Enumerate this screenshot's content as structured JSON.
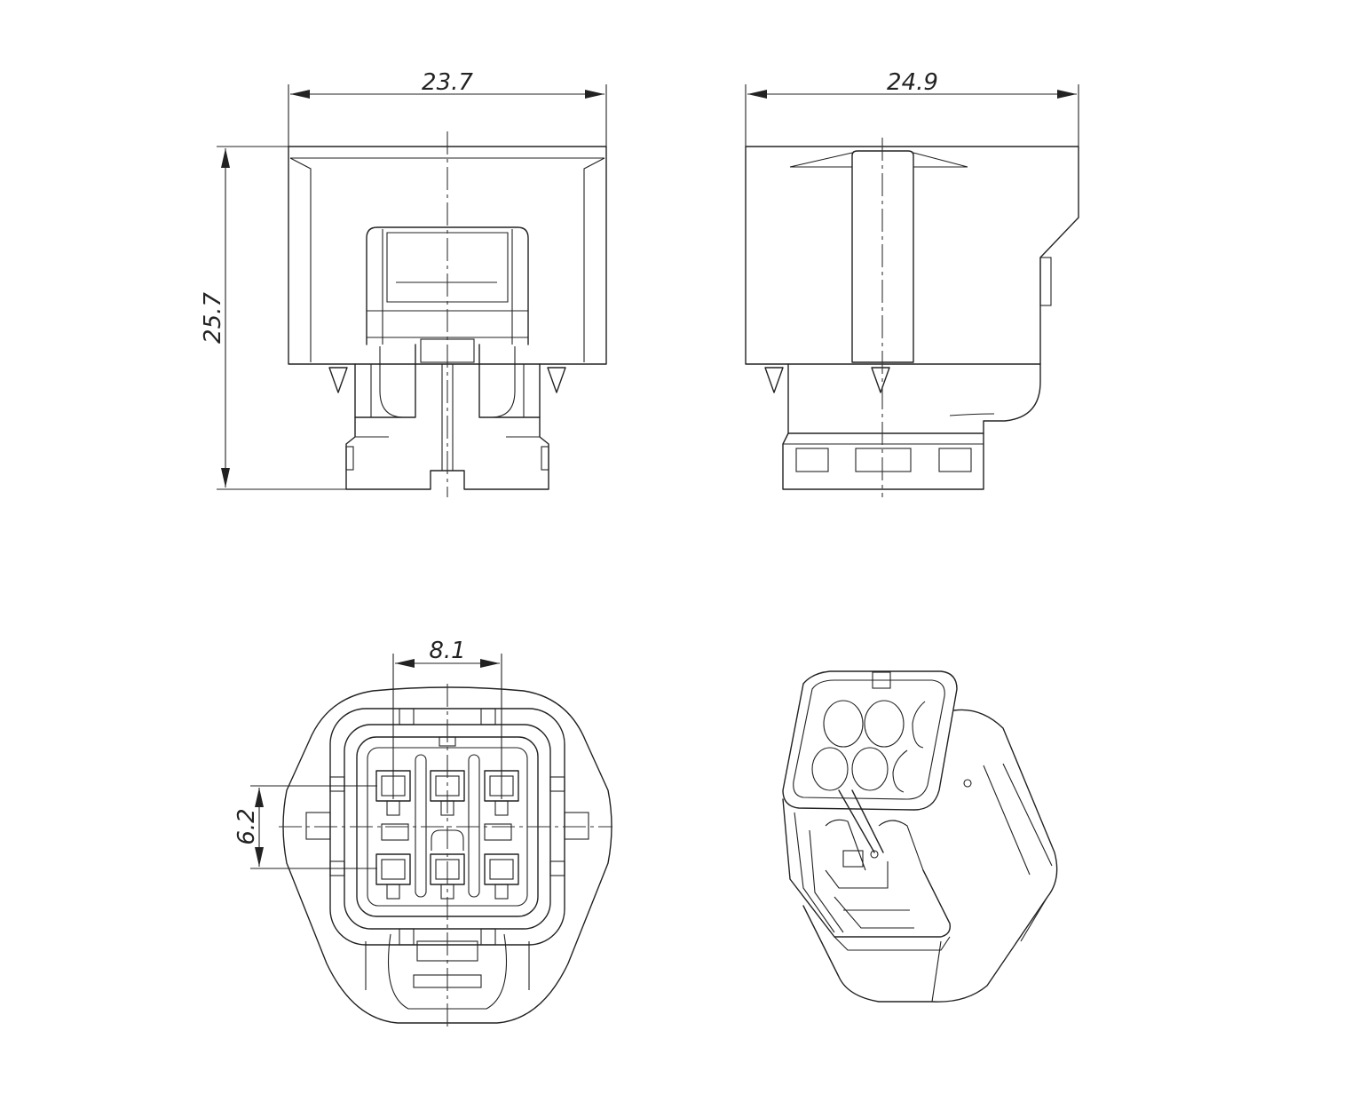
{
  "drawing": {
    "dimensions": {
      "front_width": "23.7",
      "side_width": "24.9",
      "height": "25.7",
      "pitch_horizontal": "8.1",
      "pitch_vertical": "6.2"
    },
    "line_color": "#222222",
    "background": "#ffffff"
  }
}
